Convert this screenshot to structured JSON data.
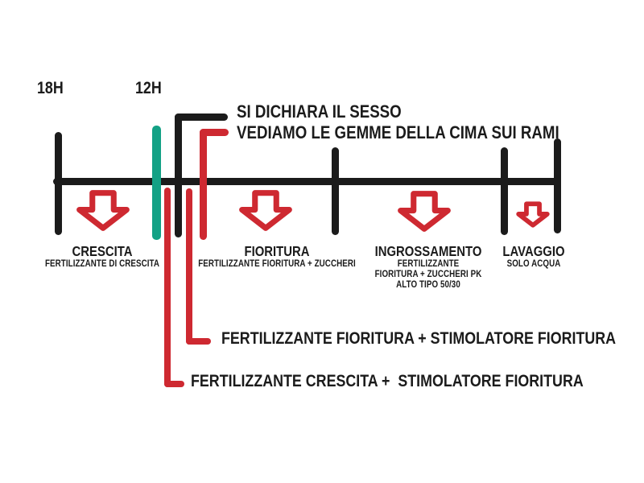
{
  "photoperiod": {
    "veg_label": "18H",
    "flower_label": "12H"
  },
  "top_callouts": [
    {
      "text": "SI DICHIARA IL SESSO",
      "line_color": "#1b1b1b"
    },
    {
      "text": "VEDIAMO LE GEMME DELLA CIMA SUI RAMI",
      "line_color": "#ce2931"
    }
  ],
  "phases": [
    {
      "title": "CRESCITA",
      "lines": [
        "FERTILIZZANTE DI CRESCITA"
      ]
    },
    {
      "title": "FIORITURA",
      "lines": [
        "FERTILIZZANTE FIORITURA + ZUCCHERI"
      ]
    },
    {
      "title": "INGROSSAMENTO",
      "lines": [
        "FERTILIZZANTE",
        "FIORITURA + ZUCCHERI PK",
        "ALTO TIPO 50/30"
      ]
    },
    {
      "title": "LAVAGGIO",
      "lines": [
        "SOLO ACQUA"
      ]
    }
  ],
  "bottom_callouts": [
    {
      "text": "FERTILIZZANTE FIORITURA + STIMOLATORE FIORITURA",
      "line_color": "#ce2931"
    },
    {
      "text": "FERTILIZZANTE CRESCITA +  STIMOLATORE FIORITURA",
      "line_color": "#ce2931"
    }
  ],
  "icons": {
    "phase_arrow": "down-arrow-outline"
  },
  "colors": {
    "timeline_black": "#1b1b1b",
    "accent_red": "#ce2931",
    "marker_teal": "#13a185",
    "background": "#ffffff"
  }
}
